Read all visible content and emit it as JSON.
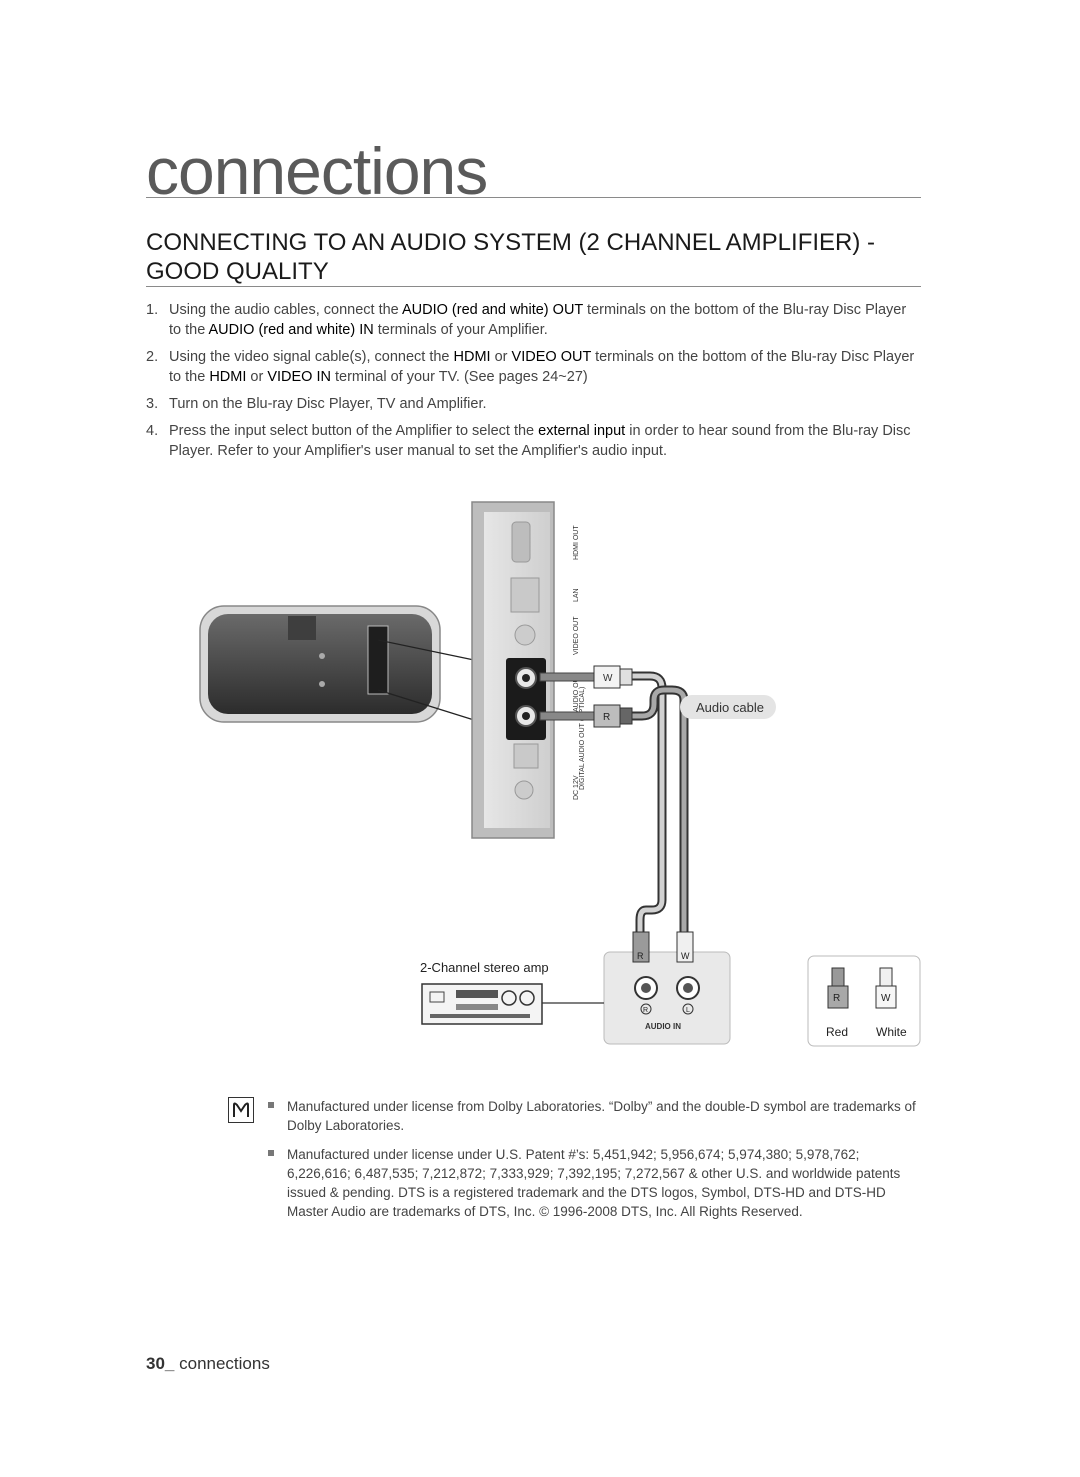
{
  "chapter_title": "connections",
  "section_title": "CONNECTING TO AN AUDIO SYSTEM (2 CHANNEL AMPLIFIER) - GOOD QUALITY",
  "steps": [
    {
      "num": "1.",
      "parts": [
        {
          "t": "Using the audio cables, connect the "
        },
        {
          "t": "AUDIO (red and white) OUT",
          "b": true
        },
        {
          "t": " terminals on the bottom of the Blu-ray Disc Player to the "
        },
        {
          "t": "AUDIO (red and white) IN",
          "b": true
        },
        {
          "t": " terminals of your Amplifier."
        }
      ]
    },
    {
      "num": "2.",
      "parts": [
        {
          "t": "Using the video signal cable(s), connect the "
        },
        {
          "t": "HDMI",
          "b": true
        },
        {
          "t": " or "
        },
        {
          "t": "VIDEO OUT",
          "b": true
        },
        {
          "t": " terminals on the bottom of the Blu-ray Disc Player to the "
        },
        {
          "t": "HDMI",
          "b": true
        },
        {
          "t": " or "
        },
        {
          "t": "VIDEO IN",
          "b": true
        },
        {
          "t": " terminal of your TV. (See pages 24~27)"
        }
      ]
    },
    {
      "num": "3.",
      "parts": [
        {
          "t": "Turn on the Blu-ray Disc Player, TV and Amplifier."
        }
      ]
    },
    {
      "num": "4.",
      "parts": [
        {
          "t": "Press the input select button of the Amplifier to select the "
        },
        {
          "t": "external input",
          "b": true
        },
        {
          "t": " in order to hear sound from the Blu-ray Disc Player. Refer to your Amplifier's user manual to set the Amplifier's audio input."
        }
      ]
    }
  ],
  "diagram": {
    "port_labels": [
      "HDMI OUT",
      "LAN",
      "VIDEO OUT",
      "AUDIO OUT",
      "DIGITAL AUDIO OUT (OPTICAL)",
      "DC 12V"
    ],
    "plug_letters": {
      "white": "W",
      "red": "R"
    },
    "jack_letters": {
      "right": "R",
      "left": "L"
    },
    "audio_cable_label": "Audio cable",
    "amp_label": "2-Channel stereo amp",
    "audio_in_label": "AUDIO IN",
    "legend": {
      "red": "Red",
      "white": "White"
    }
  },
  "notes": [
    "Manufactured under license from Dolby Laboratories. “Dolby” and the double-D symbol are trademarks of Dolby Laboratories.",
    "Manufactured under license under U.S. Patent #’s: 5,451,942; 5,956,674; 5,974,380; 5,978,762; 6,226,616; 6,487,535; 7,212,872; 7,333,929; 7,392,195; 7,272,567 & other U.S. and worldwide patents issued & pending. DTS is a registered trademark and the DTS logos, Symbol, DTS-HD and DTS-HD Master Audio are trademarks of DTS, Inc. © 1996-2008 DTS, Inc. All Rights Reserved."
  ],
  "footer": {
    "page_number": "30_",
    "section": "connections"
  },
  "colors": {
    "text": "#444444",
    "heading": "#1a1a1a",
    "chapter": "#5a5a5a",
    "rule": "#8a8a8a"
  }
}
